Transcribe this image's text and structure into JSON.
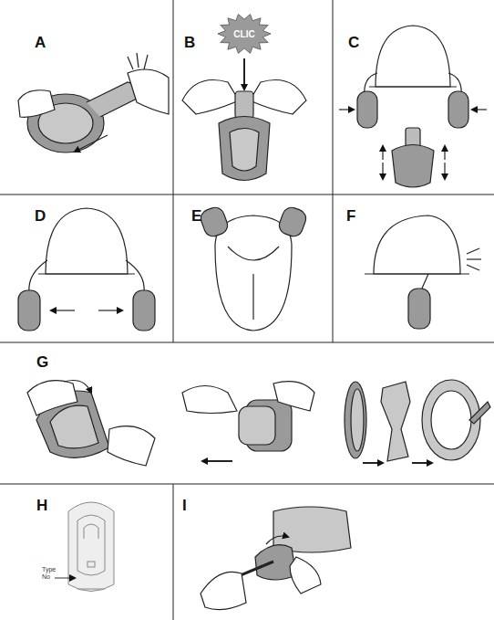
{
  "diagram": {
    "nodes": [
      {
        "text": [
          "CLIC"
        ]
      }
    ],
    "labels": [
      "A",
      "B",
      "C",
      "D",
      "E",
      "F",
      "G",
      "H",
      "I",
      "Type",
      "No"
    ]
  }
}
